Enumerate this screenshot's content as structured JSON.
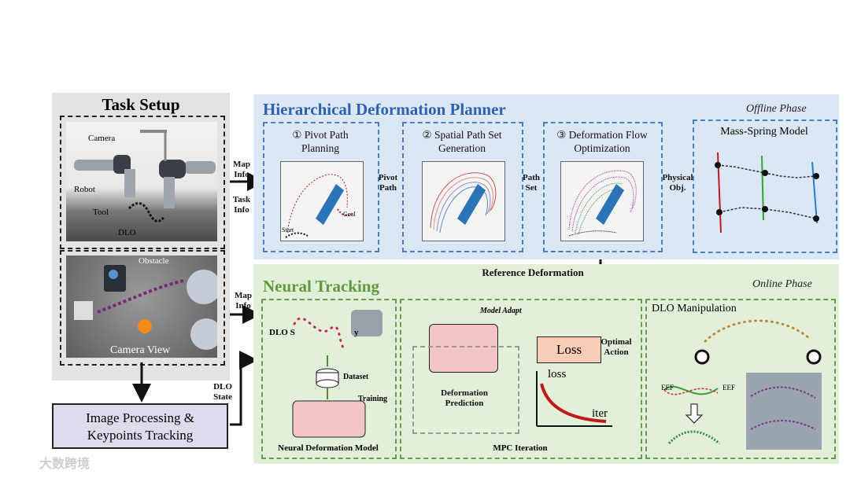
{
  "task_setup": {
    "title": "Task Setup",
    "labels": {
      "camera": "Camera",
      "robot": "Robot",
      "tool": "Tool",
      "dlo": "DLO",
      "obstacle": "Obstacle",
      "camera_view": "Camera View"
    }
  },
  "image_processing": {
    "label_line1": "Image Processing &",
    "label_line2": "Keypoints Tracking"
  },
  "arrows": {
    "map_info_1": "Map",
    "map_info_2": "Info",
    "task_info_1": "Task",
    "task_info_2": "Info",
    "map_info_b1": "Map",
    "map_info_b2": "Info",
    "dlo_state_1": "DLO",
    "dlo_state_2": "State",
    "pivot_path_1": "Pivot",
    "pivot_path_2": "Path",
    "path_set_1": "Path",
    "path_set_2": "Set",
    "physical_obj_1": "Physical",
    "physical_obj_2": "Obj.",
    "reference_deformation": "Reference Deformation",
    "optimal_action_1": "Optimal",
    "optimal_action_2": "Action"
  },
  "planner": {
    "title": "Hierarchical Deformation Planner",
    "phase": "Offline Phase",
    "step1_line1": "① Pivot Path",
    "step1_line2": "Planning",
    "step2_line1": "② Spatial Path Set",
    "step2_line2": "Generation",
    "step3_line1": "③ Deformation Flow",
    "step3_line2": "Optimization",
    "start_label": "Start",
    "goal_label": "Goal",
    "mass_spring_title": "Mass-Spring Model"
  },
  "tracking": {
    "title": "Neural Tracking",
    "phase": "Online Phase",
    "dlo_s": "DLO S",
    "y_label": "y",
    "dataset": "Dataset",
    "training": "Training",
    "neural_model": "Neural Deformation Model",
    "model_adapt": "Model Adapt",
    "loss_box": "Loss",
    "deformation_prediction_1": "Deformation",
    "deformation_prediction_2": "Prediction",
    "loss_axis": "loss",
    "iter_axis": "iter",
    "mpc": "MPC Iteration",
    "dlo_manip": "DLO Manipulation",
    "eef_left": "EEF",
    "eef_right": "EEF"
  },
  "watermark": "大数跨境",
  "colors": {
    "planner_bg": "#dbe7f5",
    "tracking_bg": "#e2efd9",
    "task_bg": "#e3e3e3",
    "planner_title": "#2e62b0",
    "tracking_title": "#5f9a3a",
    "loss_box": "#f7cdb6",
    "ip_box": "#dcdcec"
  }
}
